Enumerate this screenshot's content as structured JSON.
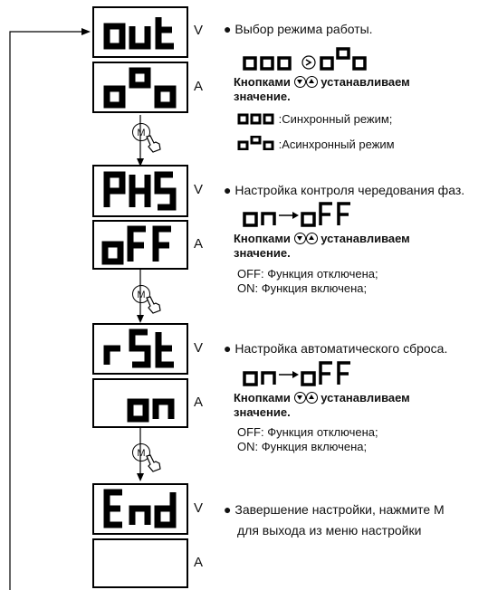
{
  "unit_v": "V",
  "unit_a": "A",
  "m_button": "M",
  "steps": [
    {
      "display_v": "out",
      "display_a": "o°o",
      "title": "Выбор режима работы.",
      "sequence": "ooo → o°o",
      "hint_a": "Кнопками",
      "hint_b": "устанавливаем",
      "hint_c": "значение.",
      "note1_code": "ooo",
      "note1": ":Синхронный режим;",
      "note2_code": "o°o",
      "note2": ":Асинхронный режим"
    },
    {
      "display_v": "PHS",
      "display_a": "oFF",
      "title": "Настройка контроля чередования фаз.",
      "sequence": "on → oFF",
      "hint_a": "Кнопками",
      "hint_b": "устанавливаем",
      "hint_c": "значение.",
      "note1": "OFF: Функция отключена;",
      "note2": "ON: Функция включена;"
    },
    {
      "display_v": "rSt",
      "display_a": "on",
      "title": "Настройка автоматического сброса.",
      "sequence": "on → oFF",
      "hint_a": "Кнопками",
      "hint_b": "устанавливаем",
      "hint_c": "значение.",
      "note1": "OFF: Функция отключена;",
      "note2": "ON: Функция включена;"
    },
    {
      "display_v": "End",
      "display_a": "",
      "title_line1": "Завершение настройки, нажмите M",
      "title_line2": "для выхода из меню настройки"
    }
  ]
}
